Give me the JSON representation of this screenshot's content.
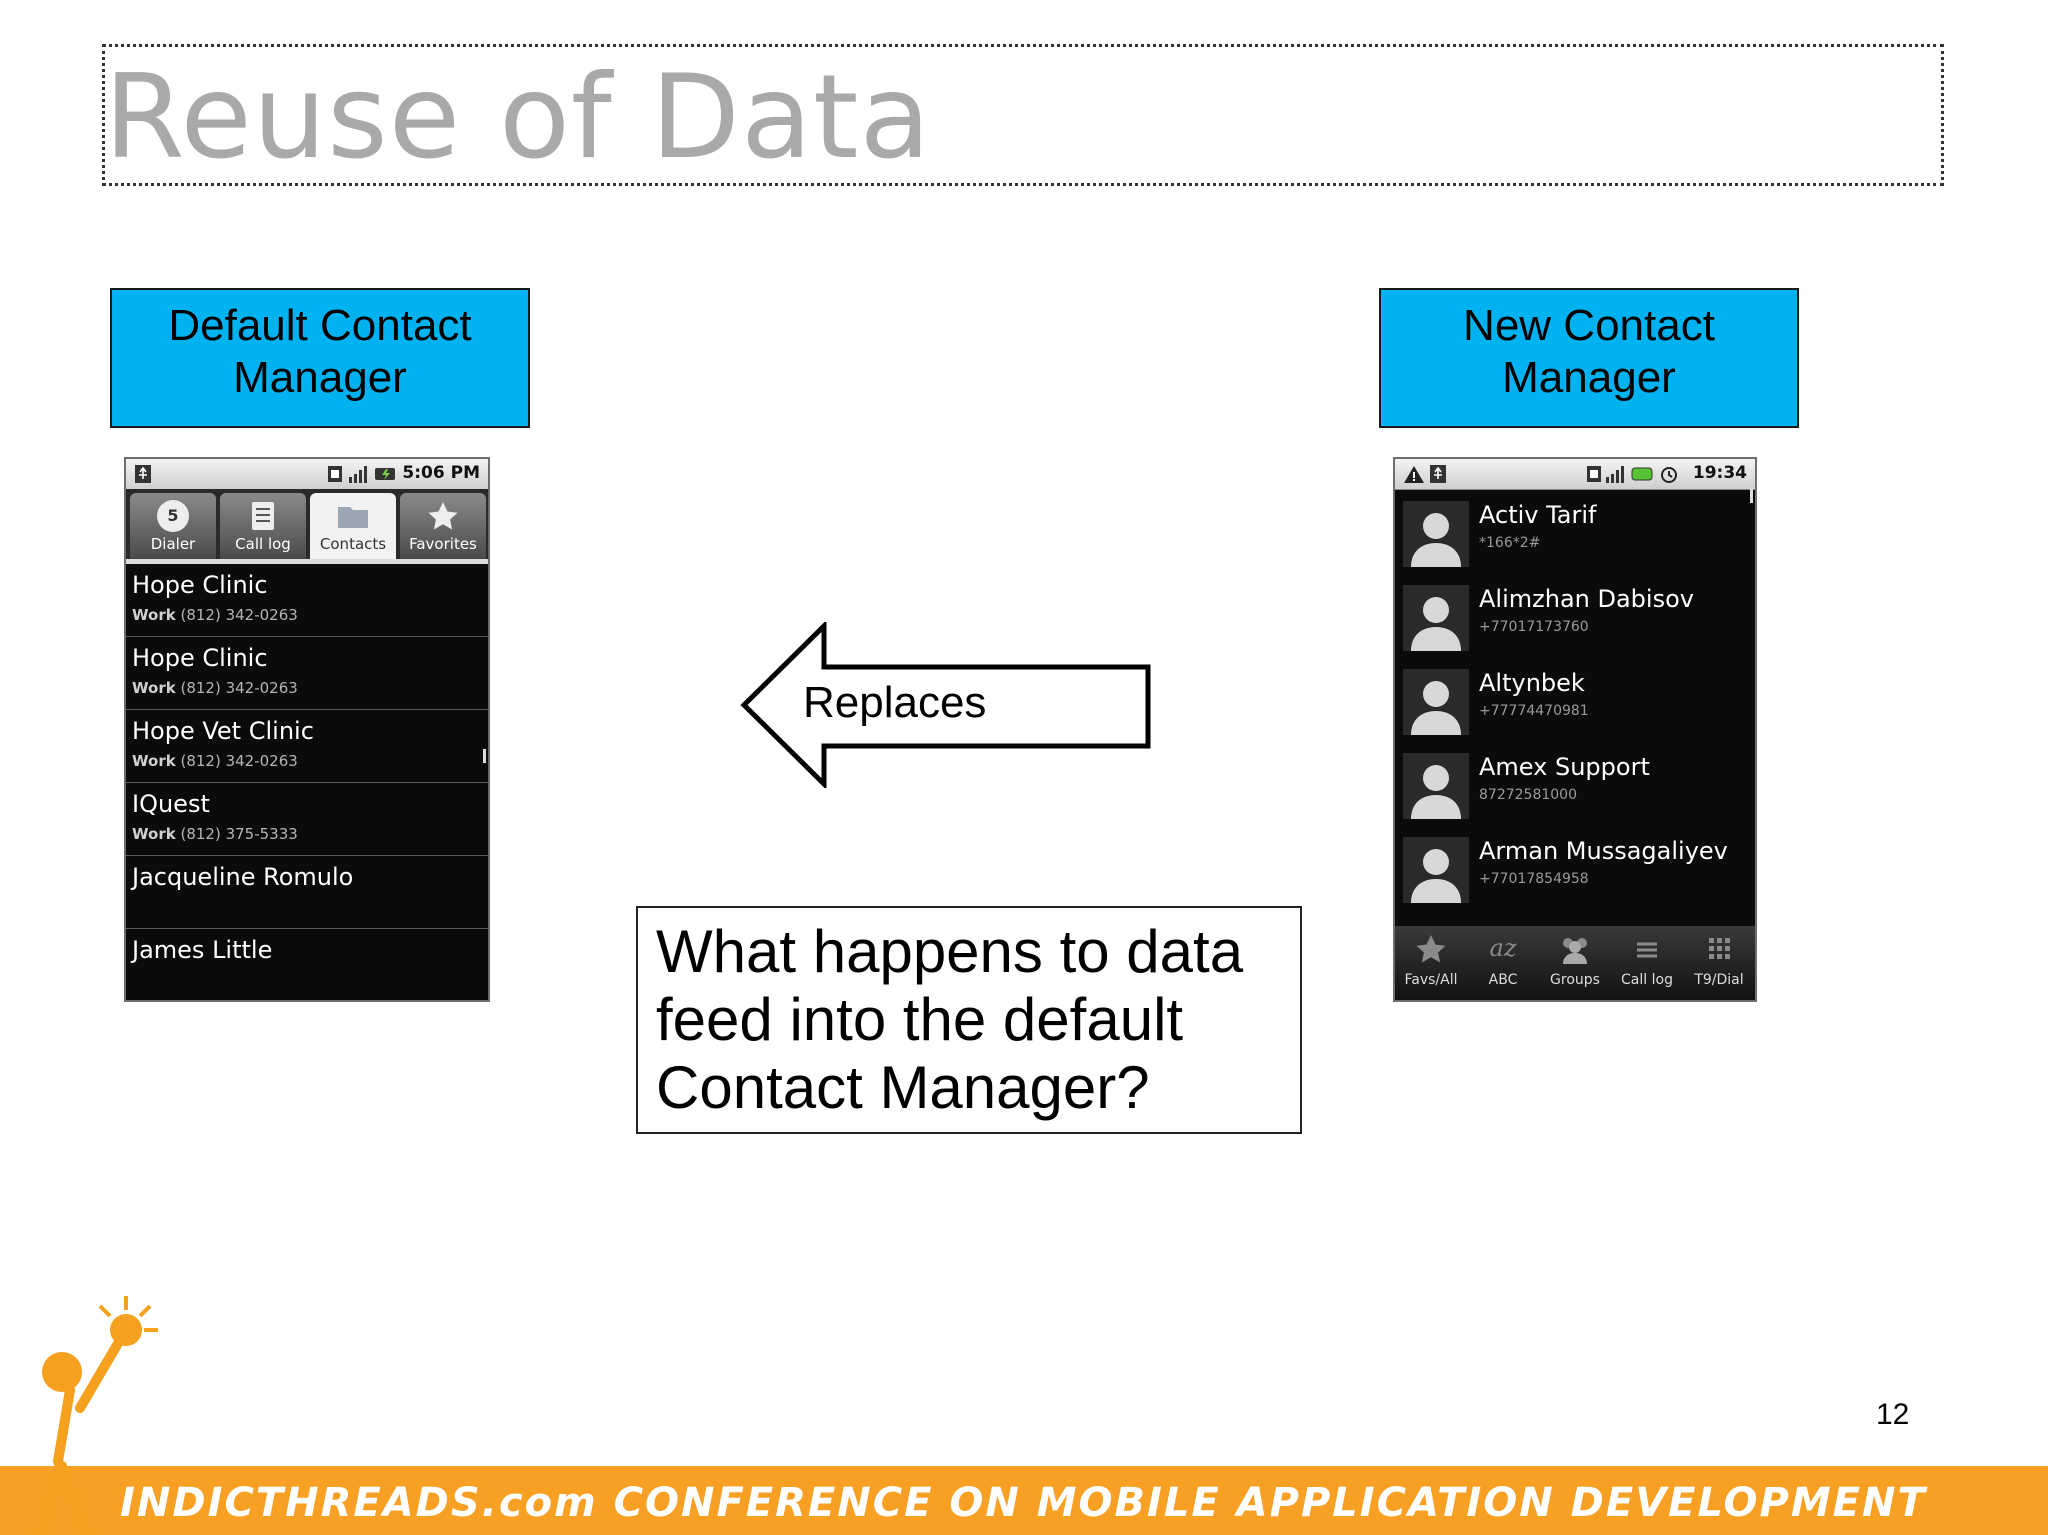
{
  "slide": {
    "title": "Reuse of Data",
    "page_number": "12",
    "footer": "INDICTHREADS.com CONFERENCE ON MOBILE APPLICATION DEVELOPMENT"
  },
  "labels": {
    "left": "Default Contact Manager",
    "right": "New Contact Manager",
    "label_color": "#00b2f0"
  },
  "arrow": {
    "label": "Replaces"
  },
  "question": "What happens to data feed into the default Contact Manager?",
  "left_phone": {
    "time": "5:06 PM",
    "tabs": [
      {
        "label": "Dialer",
        "icon": "dialer-5-icon"
      },
      {
        "label": "Call log",
        "icon": "call-log-icon"
      },
      {
        "label": "Contacts",
        "icon": "contacts-folder-icon",
        "active": true
      },
      {
        "label": "Favorites",
        "icon": "star-icon"
      }
    ],
    "contacts": [
      {
        "name": "Hope Clinic",
        "type": "Work",
        "number": "(812) 342-0263"
      },
      {
        "name": "Hope Clinic",
        "type": "Work",
        "number": "(812) 342-0263"
      },
      {
        "name": "Hope Vet Clinic",
        "type": "Work",
        "number": "(812) 342-0263"
      },
      {
        "name": "IQuest",
        "type": "Work",
        "number": "(812) 375-5333"
      },
      {
        "name": "Jacqueline Romulo",
        "type": "",
        "number": ""
      },
      {
        "name": "James Little",
        "type": "",
        "number": ""
      }
    ]
  },
  "right_phone": {
    "time": "19:34",
    "contacts": [
      {
        "name": "Activ Tarif",
        "number": "*166*2#"
      },
      {
        "name": "Alimzhan Dabisov",
        "number": "+77017173760"
      },
      {
        "name": "Altynbek",
        "number": "+77774470981"
      },
      {
        "name": "Amex Support",
        "number": "87272581000"
      },
      {
        "name": "Arman Mussagaliyev",
        "number": "+77017854958"
      }
    ],
    "bottom_tabs": [
      {
        "label": "Favs/All",
        "icon": "star-icon"
      },
      {
        "label": "ABC",
        "icon": "az-icon"
      },
      {
        "label": "Groups",
        "icon": "groups-icon"
      },
      {
        "label": "Call log",
        "icon": "call-log-icon"
      },
      {
        "label": "T9/Dial",
        "icon": "keypad-icon"
      }
    ]
  }
}
